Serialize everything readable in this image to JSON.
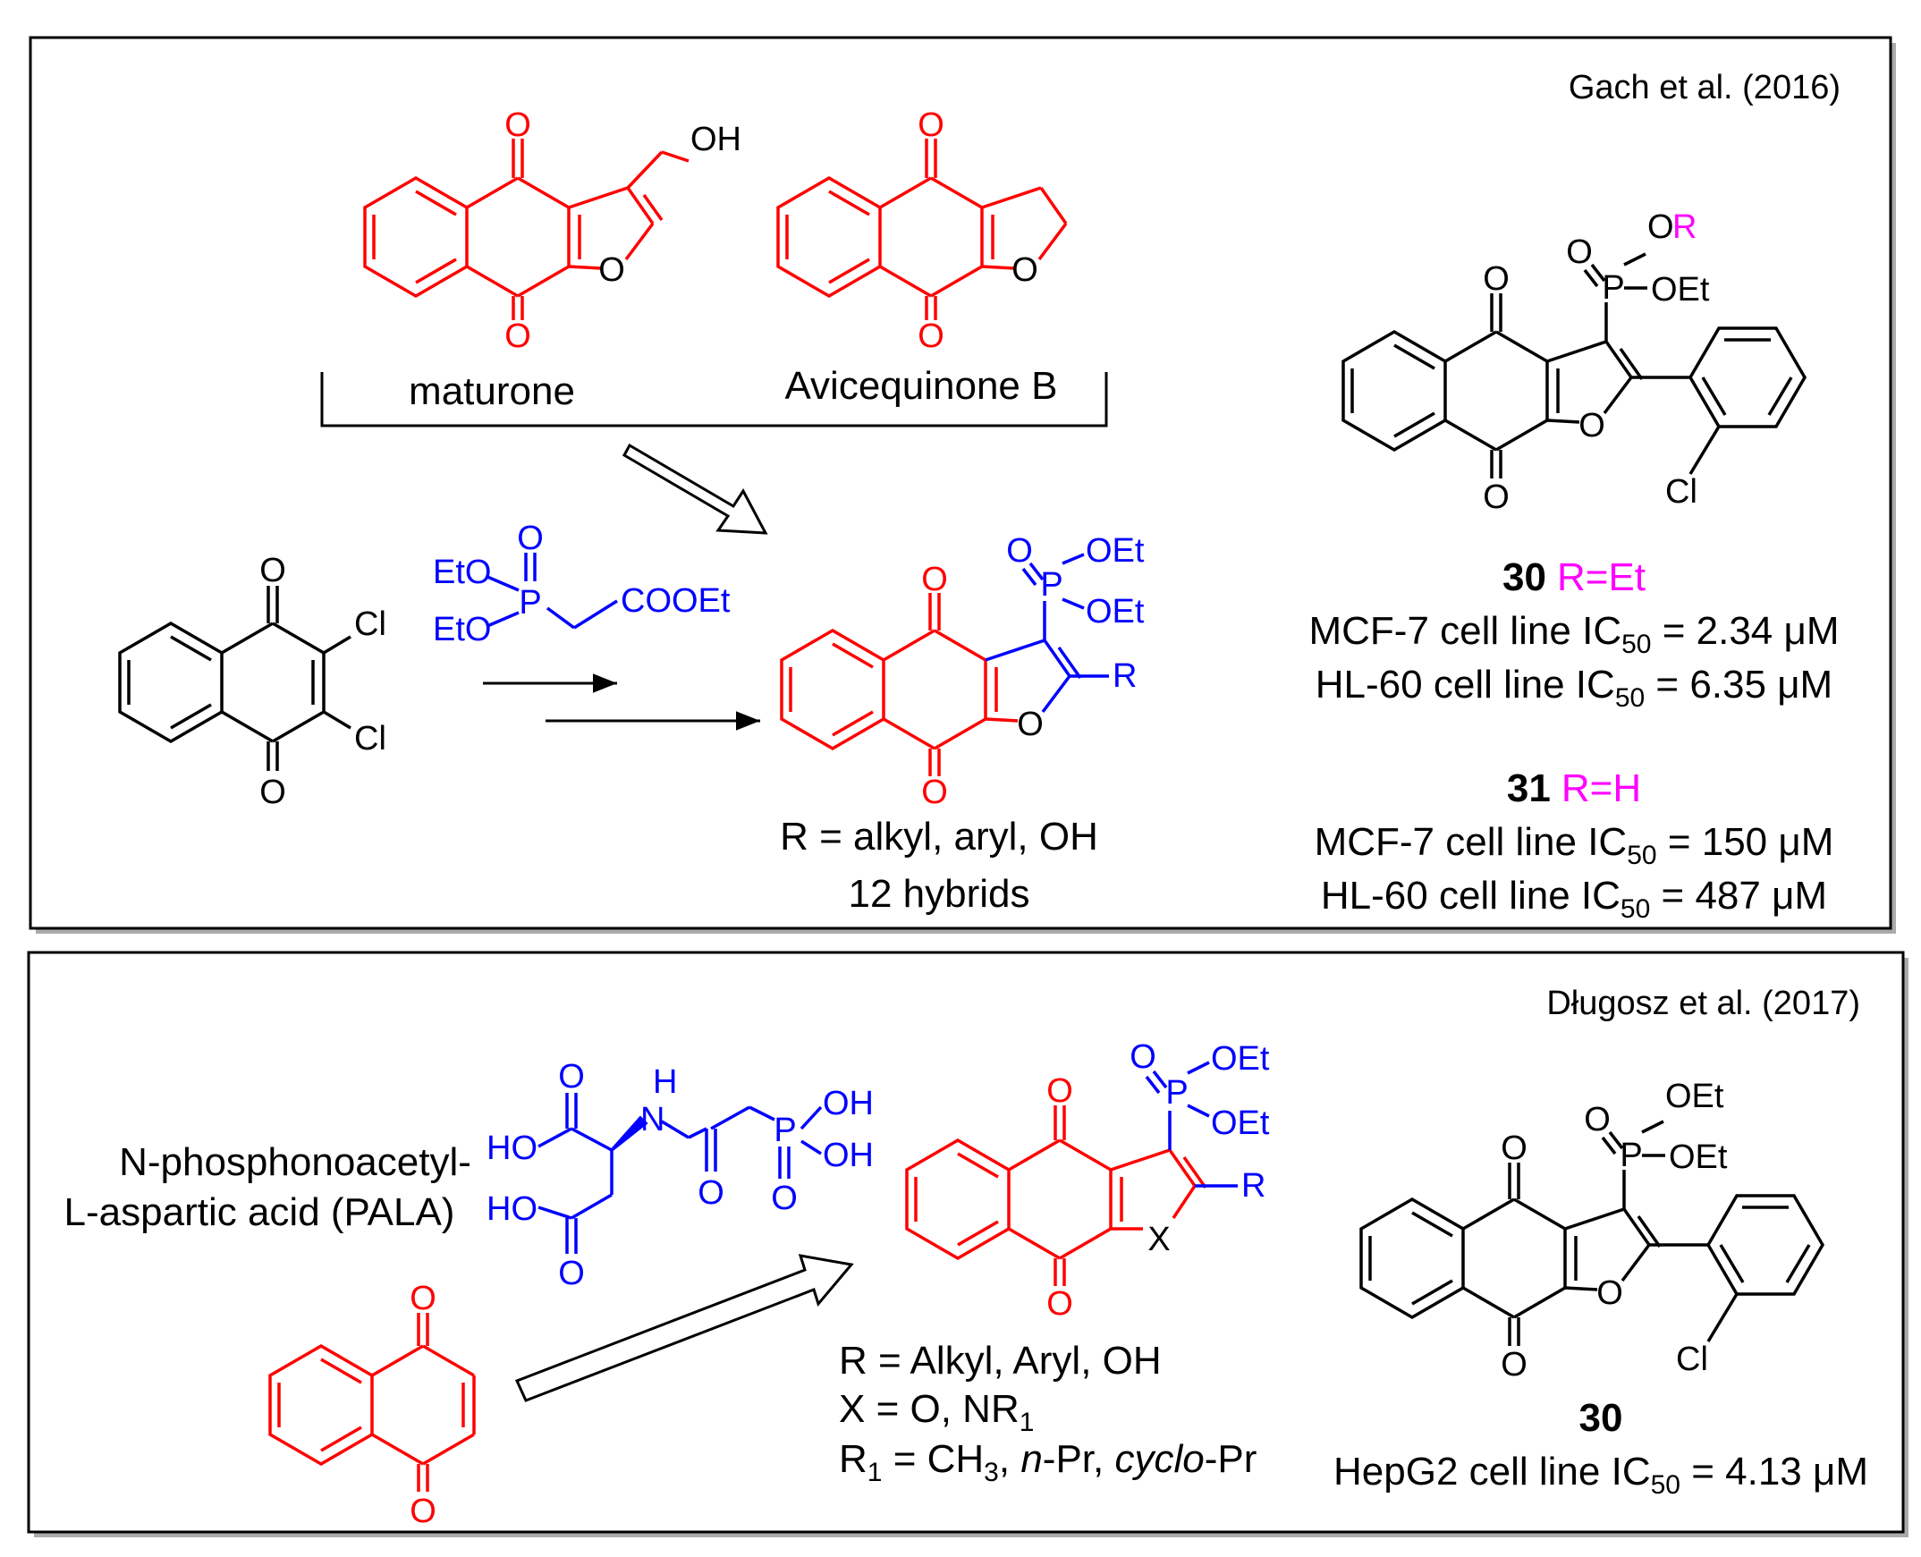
{
  "colors": {
    "red": "#ff0000",
    "blue": "#0000ff",
    "magenta": "#ff00ff",
    "black": "#000000"
  },
  "atoms": {
    "O": "O",
    "Cl": "Cl",
    "P": "P",
    "X": "X",
    "H": "H",
    "OH": "OH",
    "OEt": "OEt",
    "EtO": "EtO",
    "COOEt": "COOEt",
    "HO": "HO",
    "R": "R",
    "OR": "O",
    "Rsup": "R"
  },
  "panel1": {
    "citation": "Gach et al. (2016)",
    "names": [
      "maturone",
      "Avicequinone B"
    ],
    "generic_r": "R = alkyl, aryl, OH",
    "hybrids": "12 hybrids",
    "compounds": [
      {
        "number": "30",
        "r_label": "R=Et",
        "assays": [
          {
            "line": "MCF-7 cell line IC",
            "sub": "50",
            "value": " = 2.34 μM"
          },
          {
            "line": "HL-60 cell line IC",
            "sub": "50",
            "value": " = 6.35 μM"
          }
        ]
      },
      {
        "number": "31",
        "r_label": "R=H",
        "assays": [
          {
            "line": "MCF-7 cell line IC",
            "sub": "50",
            "value": " = 150 μM"
          },
          {
            "line": "HL-60 cell line IC",
            "sub": "50",
            "value": " = 487 μM"
          }
        ]
      }
    ]
  },
  "panel2": {
    "citation": "Długosz et al. (2017)",
    "pala_line1": "N-phosphonoacetyl-",
    "pala_line2": "L-aspartic acid (PALA)",
    "r_def": "R = Alkyl, Aryl, OH",
    "x_def_a": "X = O, NR",
    "x_def_sub": "1",
    "r1_a": "R",
    "r1_sub": "1",
    "r1_b": " = CH",
    "r1_sub2": "3",
    "r1_c": ", ",
    "r1_it1": "n",
    "r1_d": "-Pr, ",
    "r1_it2": "cyclo",
    "r1_e": "-Pr",
    "compound": {
      "number": "30",
      "assay": {
        "line": "HepG2 cell line IC",
        "sub": "50",
        "value": " = 4.13 μM"
      }
    }
  }
}
